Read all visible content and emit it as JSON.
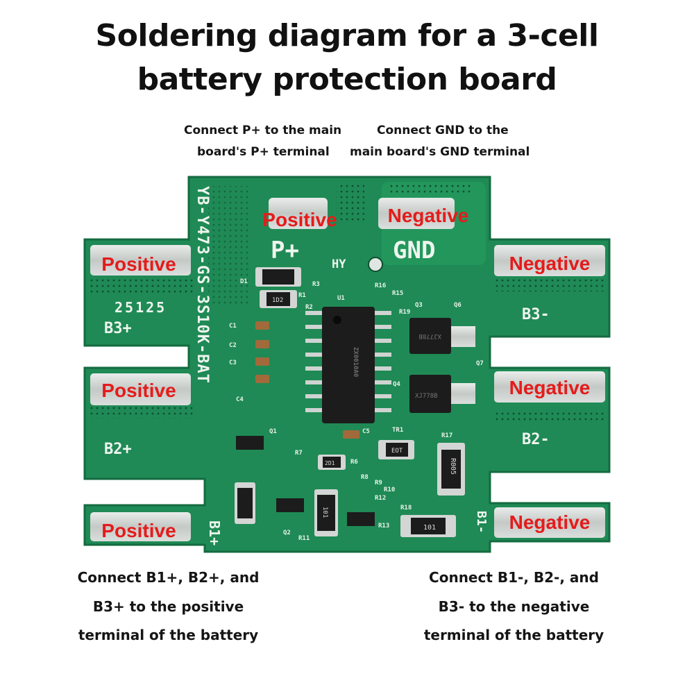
{
  "title": {
    "line1": "Soldering diagram for a 3-cell",
    "line2": "battery protection board"
  },
  "top_notes": {
    "p_plus_line1": "Connect P+ to the main",
    "p_plus_line2": "board's P+ terminal",
    "gnd_line1": "Connect GND to the",
    "gnd_line2": "main board's GND terminal"
  },
  "pad_labels": {
    "top_positive": "Positive",
    "top_negative": "Negative",
    "left_b3": "Positive",
    "left_b2": "Positive",
    "left_b1": "Positive",
    "right_b3": "Negative",
    "right_b2": "Negative",
    "right_b1": "Negative"
  },
  "silkscreen": {
    "p_plus": "P+",
    "gnd": "GND",
    "hy": "HY",
    "date_code": "25125",
    "b3_plus": "B3+",
    "b2_plus": "B2+",
    "b1_plus": "B1+",
    "b3_minus": "B3-",
    "b2_minus": "B2-",
    "b1_minus": "B1-",
    "model": "YB-Y473-GS-3S10K-BAT",
    "chip": "ZX0010A0",
    "r17_value": "R005",
    "r18_value": "101",
    "r2_value": "1D2",
    "r3_value": "101",
    "r_mid_value": "2D1",
    "tr_value": "EOT",
    "q3_mark": "XJ778B",
    "q4_mark": "XJ778B",
    "refs": [
      "D1",
      "R1",
      "R2",
      "R3",
      "R16",
      "R15",
      "R19",
      "U1",
      "Q3",
      "Q6",
      "Q4",
      "Q7",
      "C1",
      "C2",
      "C3",
      "C4",
      "C5",
      "TR1",
      "R17",
      "R18",
      "R6",
      "R7",
      "R8",
      "R9",
      "R10",
      "R11",
      "R12",
      "R13",
      "Q1",
      "Q2"
    ]
  },
  "bottom_notes": {
    "left_line1": "Connect B1+, B2+, and",
    "left_line2": "B3+ to the positive",
    "left_line3": "terminal of the battery",
    "right_line1": "Connect B1-, B2-, and",
    "right_line2": "B3- to the negative",
    "right_line3": "terminal of the battery"
  },
  "colors": {
    "board_green": "#1f8a55",
    "board_dark": "#146b40",
    "pad_silver": "#cfd3d1",
    "label_red": "#e51b1b",
    "silk_white": "#eef5ef"
  }
}
